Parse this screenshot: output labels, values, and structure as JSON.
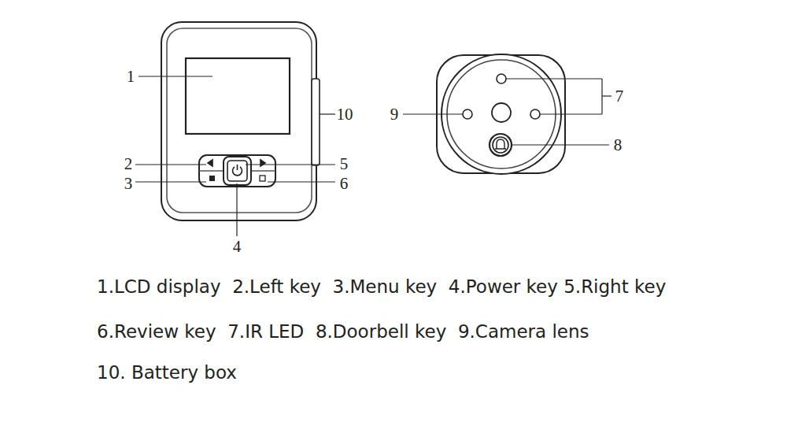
{
  "diagram": {
    "labels": [
      "1",
      "10",
      "2",
      "5",
      "3",
      "6",
      "4",
      "9",
      "7",
      "8",
      "1.LCD display  2.Left key  3.Menu key  4.Power key 5.Right key",
      "6.Review key  7.IR LED  8.Doorbell key  9.Camera lens",
      "10. Battery box"
    ]
  }
}
